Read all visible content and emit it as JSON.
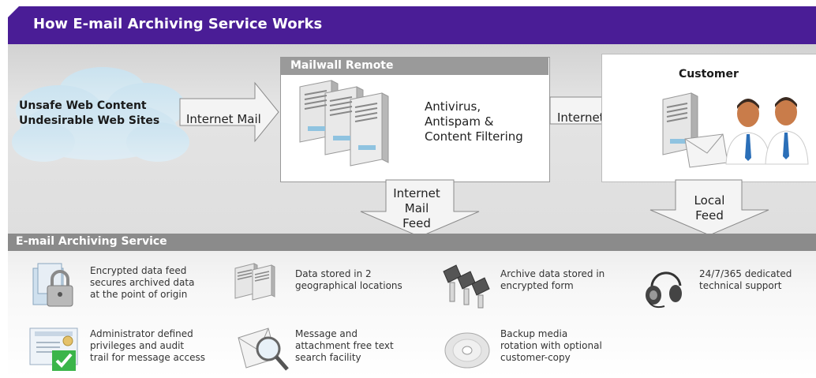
{
  "header": {
    "title": "How E-mail Archiving Service Works"
  },
  "flow": {
    "unsafe_line1": "Unsafe Web Content",
    "unsafe_line2": "Undesirable Web Sites",
    "arrow1_label": "Internet Mail",
    "mailwall_title": "Mailwall Remote",
    "filter_line1": "Antivirus,",
    "filter_line2": "Antispam &",
    "filter_line3": "Content Filtering",
    "arrow2_label": "Internet Mail",
    "customer_title": "Customer",
    "down1_line1": "Internet",
    "down1_line2": "Mail",
    "down1_line3": "Feed",
    "down2_line1": "Local",
    "down2_line2": "Feed"
  },
  "archive": {
    "title": "E-mail Archiving Service",
    "features": [
      {
        "icon": "encrypted-lock-icon",
        "text": "Encrypted data feed\nsecures archived data\nat the point of origin"
      },
      {
        "icon": "servers-icon",
        "text": "Data stored in 2\ngeographical locations"
      },
      {
        "icon": "tape-archive-icon",
        "text": "Archive data stored in\nencrypted form"
      },
      {
        "icon": "headset-icon",
        "text": "24/7/365 dedicated\ntechnical support"
      },
      {
        "icon": "certificate-checkmark-icon",
        "text": "Administrator defined\nprivileges and audit\ntrail for message access"
      },
      {
        "icon": "envelope-magnifier-icon",
        "text": "Message and\nattachment free text\nsearch facility"
      },
      {
        "icon": "cd-disc-icon",
        "text": "Backup media\nrotation with optional\ncustomer-copy"
      }
    ]
  },
  "colors": {
    "title_bar": "#4a1d96",
    "section_header": "#8b8b8b",
    "mailwall_header": "#9a9a9a"
  }
}
